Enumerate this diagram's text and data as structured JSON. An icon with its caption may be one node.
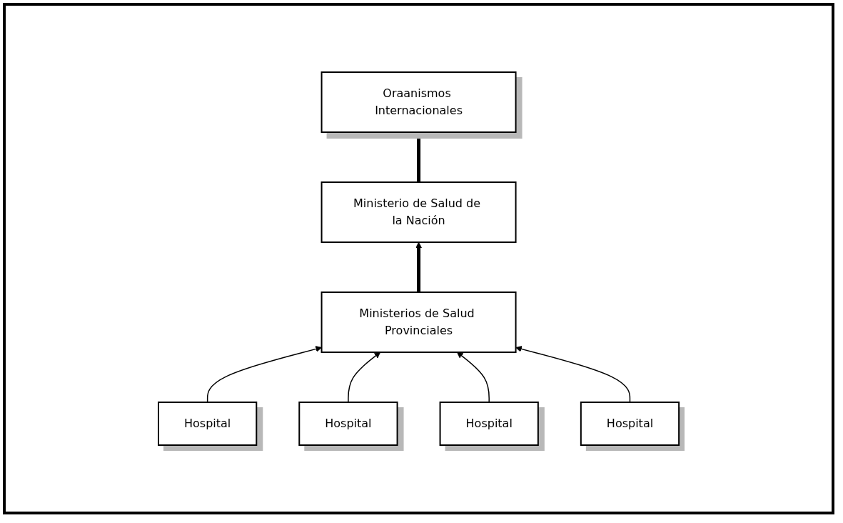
{
  "diagram": {
    "nodes": [
      {
        "text": [
          "Oraanismos Internacionales"
        ]
      },
      {
        "text": [
          "Ministerio de Salud de la Nación"
        ]
      },
      {
        "text": [
          "Ministerios de Salud Provinciales"
        ]
      },
      {
        "text": [
          "Hospital"
        ]
      },
      {
        "text": [
          "Hospital"
        ]
      },
      {
        "text": [
          "Hospital"
        ]
      },
      {
        "text": [
          "Hospital"
        ]
      }
    ],
    "edges": [
      {
        "from": 1,
        "to": 0,
        "arrow": "to",
        "style": "thick"
      },
      {
        "from": 2,
        "to": 1,
        "arrow": "to",
        "style": "thick"
      },
      {
        "from": 3,
        "to": 2,
        "arrow": "to"
      },
      {
        "from": 4,
        "to": 2,
        "arrow": "to"
      },
      {
        "from": 5,
        "to": 2,
        "arrow": "to"
      },
      {
        "from": 6,
        "to": 2,
        "arrow": "to"
      }
    ]
  }
}
